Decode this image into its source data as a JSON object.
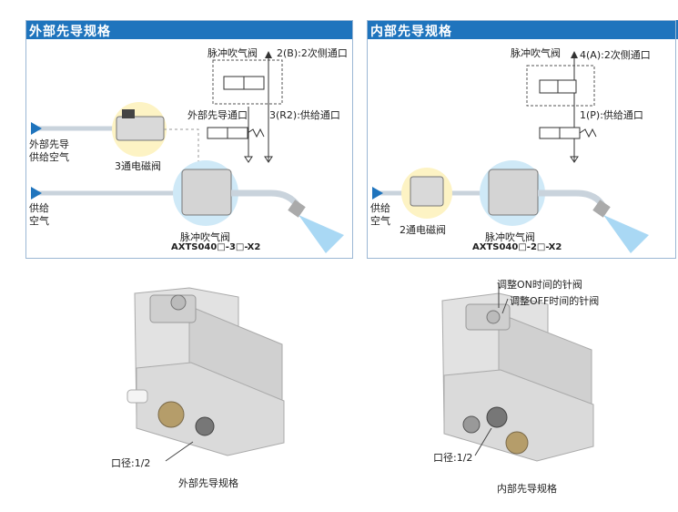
{
  "left": {
    "title": "外部先导规格",
    "pulse_valve_top": "脉冲吹气阀",
    "port_b": "2(B):2次侧通口",
    "pilot_port": "外部先导通口",
    "port_r2": "3(R2):供给通口",
    "pilot_air": "外部先导\n供给空气",
    "solenoid": "3通电磁阀",
    "supply_air": "供给\n空气",
    "pulse_valve_bottom": "脉冲吹气阀",
    "model": "AXTS040□-3□-X2"
  },
  "right": {
    "title": "内部先导规格",
    "pulse_valve_top": "脉冲吹气阀",
    "port_a": "4(A):2次侧通口",
    "port_p": "1(P):供给通口",
    "supply_air": "供给\n空气",
    "solenoid": "2通电磁阀",
    "pulse_valve_bottom": "脉冲吹气阀",
    "model": "AXTS040□-2□-X2"
  },
  "photo_left": {
    "bore": "口径:1/2",
    "caption": "外部先导规格"
  },
  "photo_right": {
    "needle_on": "调整ON时间的针阀",
    "needle_off": "调整OFF时间的针阀",
    "bore": "口径:1/2",
    "caption": "内部先导规格"
  },
  "colors": {
    "header": "#1f74bd",
    "arrow": "#1f74bd",
    "highlight": "#fdf3c4",
    "highlight_blue": "#cfe9f7"
  }
}
